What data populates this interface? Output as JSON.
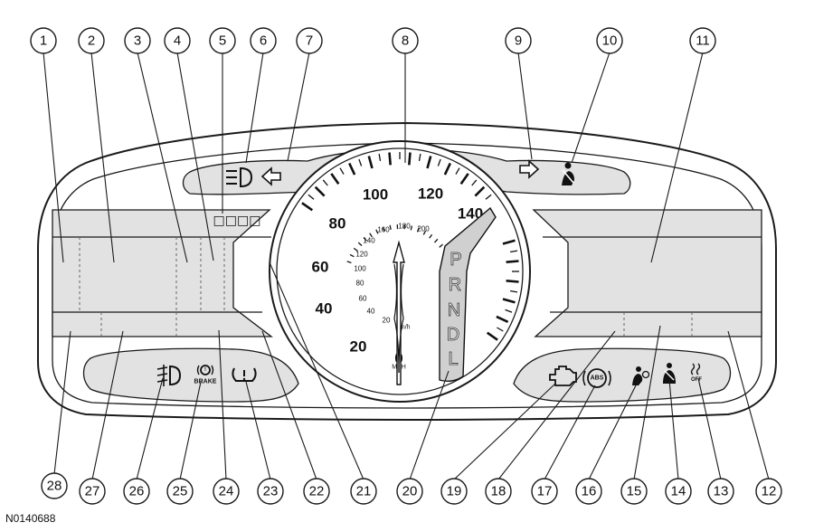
{
  "figure_code": "N0140688",
  "callouts": [
    "1",
    "2",
    "3",
    "4",
    "5",
    "6",
    "7",
    "8",
    "9",
    "10",
    "11",
    "12",
    "13",
    "14",
    "15",
    "16",
    "17",
    "18",
    "19",
    "20",
    "21",
    "22",
    "23",
    "24",
    "25",
    "26",
    "27",
    "28"
  ],
  "speedometer": {
    "major_labels": [
      "20",
      "40",
      "60",
      "80",
      "100",
      "120",
      "140"
    ],
    "minor_labels": [
      "20",
      "40",
      "60",
      "80",
      "100",
      "120",
      "140",
      "160",
      "180",
      "200"
    ],
    "zero_label": "0",
    "unit_mph": "MPH",
    "unit_kmh": "km/h"
  },
  "gear_selector": [
    "P",
    "R",
    "N",
    "D",
    "L"
  ],
  "odometer_blocks": "□□□□",
  "warning_lights": {
    "abs": "ABS",
    "brake": "BRAKE",
    "off": "OFF"
  },
  "icons": [
    "headlamp-icon",
    "left-turn-arrow-icon",
    "right-turn-arrow-icon",
    "seatbelt-icon",
    "fog-lamp-icon",
    "brake-warning-icon",
    "tire-pressure-icon",
    "engine-check-icon",
    "abs-icon",
    "airbag-icon",
    "seatbelt-passenger-icon",
    "traction-off-icon"
  ]
}
